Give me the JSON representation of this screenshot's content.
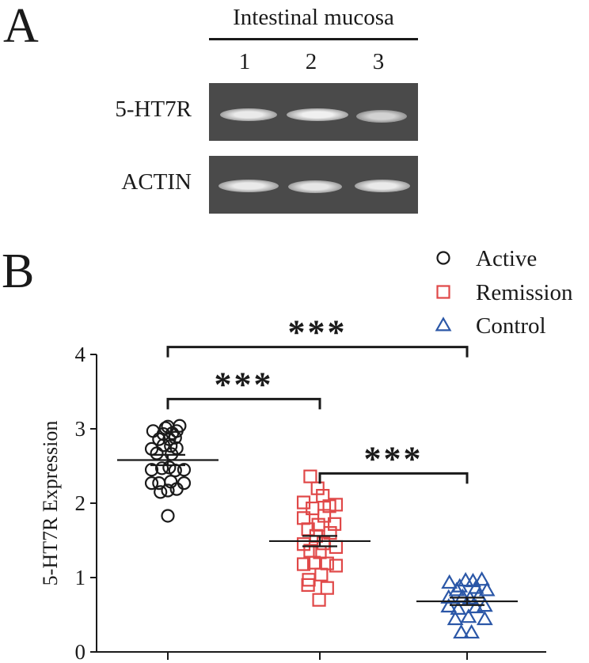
{
  "panel_a": {
    "letter": "A",
    "gel_title": "Intestinal mucosa",
    "lanes": [
      "1",
      "2",
      "3"
    ],
    "rows": [
      {
        "label": "5-HT7R",
        "band_intensity": [
          0.95,
          1.0,
          0.75
        ]
      },
      {
        "label": "ACTIN",
        "band_intensity": [
          0.95,
          0.92,
          0.95
        ]
      }
    ]
  },
  "panel_b": {
    "letter": "B"
  },
  "colors": {
    "active": "#1a1a1a",
    "remission": "#e04848",
    "control": "#2b57a7",
    "gel_bg": "#4a4a4a",
    "band": "#e8e8e8"
  },
  "chart_data": {
    "type": "scatter",
    "ylabel": "5-HT7R Expression",
    "ylim": [
      0,
      4
    ],
    "yticks": [
      "0",
      "1",
      "2",
      "3",
      "4"
    ],
    "categories": [
      "Active",
      "Remission",
      "Control"
    ],
    "legend": {
      "position": "top-right",
      "entries": [
        "Active",
        "Remission",
        "Control"
      ]
    },
    "series": [
      {
        "name": "Active",
        "marker": "circle",
        "mean": 2.58,
        "sem": 0.07,
        "points": [
          {
            "x": 0,
            "y": 3.03
          },
          {
            "x": -0.03,
            "y": 3.01
          },
          {
            "x": 0.16,
            "y": 3.04
          },
          {
            "x": -0.2,
            "y": 2.97
          },
          {
            "x": 0.12,
            "y": 2.97
          },
          {
            "x": -0.06,
            "y": 2.93
          },
          {
            "x": 0.06,
            "y": 2.94
          },
          {
            "x": 0.02,
            "y": 2.86
          },
          {
            "x": -0.12,
            "y": 2.86
          },
          {
            "x": 0.1,
            "y": 2.88
          },
          {
            "x": -0.22,
            "y": 2.73
          },
          {
            "x": -0.06,
            "y": 2.78
          },
          {
            "x": 0.04,
            "y": 2.77
          },
          {
            "x": 0.12,
            "y": 2.74
          },
          {
            "x": -0.15,
            "y": 2.67
          },
          {
            "x": 0.05,
            "y": 2.66
          },
          {
            "x": -0.22,
            "y": 2.45
          },
          {
            "x": -0.08,
            "y": 2.47
          },
          {
            "x": 0.02,
            "y": 2.48
          },
          {
            "x": 0.1,
            "y": 2.44
          },
          {
            "x": 0.22,
            "y": 2.45
          },
          {
            "x": -0.22,
            "y": 2.27
          },
          {
            "x": -0.12,
            "y": 2.27
          },
          {
            "x": 0.04,
            "y": 2.29
          },
          {
            "x": 0.22,
            "y": 2.27
          },
          {
            "x": -0.1,
            "y": 2.15
          },
          {
            "x": 0,
            "y": 2.17
          },
          {
            "x": 0.12,
            "y": 2.19
          },
          {
            "x": 0,
            "y": 1.83
          }
        ]
      },
      {
        "name": "Remission",
        "marker": "square",
        "mean": 1.49,
        "sem": 0.07,
        "points": [
          {
            "x": -0.13,
            "y": 2.36
          },
          {
            "x": -0.03,
            "y": 2.2
          },
          {
            "x": 0.04,
            "y": 2.1
          },
          {
            "x": -0.22,
            "y": 2.01
          },
          {
            "x": 0.13,
            "y": 1.96
          },
          {
            "x": 0.22,
            "y": 1.98
          },
          {
            "x": -0.1,
            "y": 1.93
          },
          {
            "x": -0.22,
            "y": 1.8
          },
          {
            "x": 0.06,
            "y": 1.83
          },
          {
            "x": -0.02,
            "y": 1.71
          },
          {
            "x": 0.2,
            "y": 1.72
          },
          {
            "x": -0.16,
            "y": 1.65
          },
          {
            "x": 0.14,
            "y": 1.6
          },
          {
            "x": -0.05,
            "y": 1.56
          },
          {
            "x": -0.22,
            "y": 1.45
          },
          {
            "x": 0.05,
            "y": 1.46
          },
          {
            "x": 0.22,
            "y": 1.41
          },
          {
            "x": -0.13,
            "y": 1.36
          },
          {
            "x": 0,
            "y": 1.34
          },
          {
            "x": -0.22,
            "y": 1.18
          },
          {
            "x": -0.08,
            "y": 1.2
          },
          {
            "x": 0.1,
            "y": 1.19
          },
          {
            "x": 0.22,
            "y": 1.16
          },
          {
            "x": -0.15,
            "y": 0.97
          },
          {
            "x": 0.02,
            "y": 1.04
          },
          {
            "x": -0.16,
            "y": 0.9
          },
          {
            "x": 0.1,
            "y": 0.86
          },
          {
            "x": -0.01,
            "y": 0.7
          }
        ]
      },
      {
        "name": "Control",
        "marker": "triangle",
        "mean": 0.68,
        "sem": 0.05,
        "points": [
          {
            "x": -0.24,
            "y": 0.93
          },
          {
            "x": -0.1,
            "y": 0.88
          },
          {
            "x": -0.02,
            "y": 0.96
          },
          {
            "x": 0.08,
            "y": 0.95
          },
          {
            "x": 0.2,
            "y": 0.97
          },
          {
            "x": -0.14,
            "y": 0.83
          },
          {
            "x": 0.12,
            "y": 0.86
          },
          {
            "x": 0.27,
            "y": 0.83
          },
          {
            "x": -0.25,
            "y": 0.73
          },
          {
            "x": -0.06,
            "y": 0.74
          },
          {
            "x": 0.04,
            "y": 0.72
          },
          {
            "x": 0.16,
            "y": 0.75
          },
          {
            "x": -0.25,
            "y": 0.61
          },
          {
            "x": -0.12,
            "y": 0.58
          },
          {
            "x": 0.12,
            "y": 0.6
          },
          {
            "x": 0.24,
            "y": 0.62
          },
          {
            "x": -0.16,
            "y": 0.44
          },
          {
            "x": 0.02,
            "y": 0.47
          },
          {
            "x": 0.24,
            "y": 0.44
          },
          {
            "x": -0.08,
            "y": 0.26
          },
          {
            "x": 0.06,
            "y": 0.26
          }
        ]
      }
    ],
    "significance": [
      {
        "from": 0,
        "to": 2,
        "y": 4.1,
        "label": "***"
      },
      {
        "from": 0,
        "to": 1,
        "y": 3.4,
        "label": "***"
      },
      {
        "from": 1,
        "to": 2,
        "y": 2.4,
        "label": "***"
      }
    ]
  }
}
